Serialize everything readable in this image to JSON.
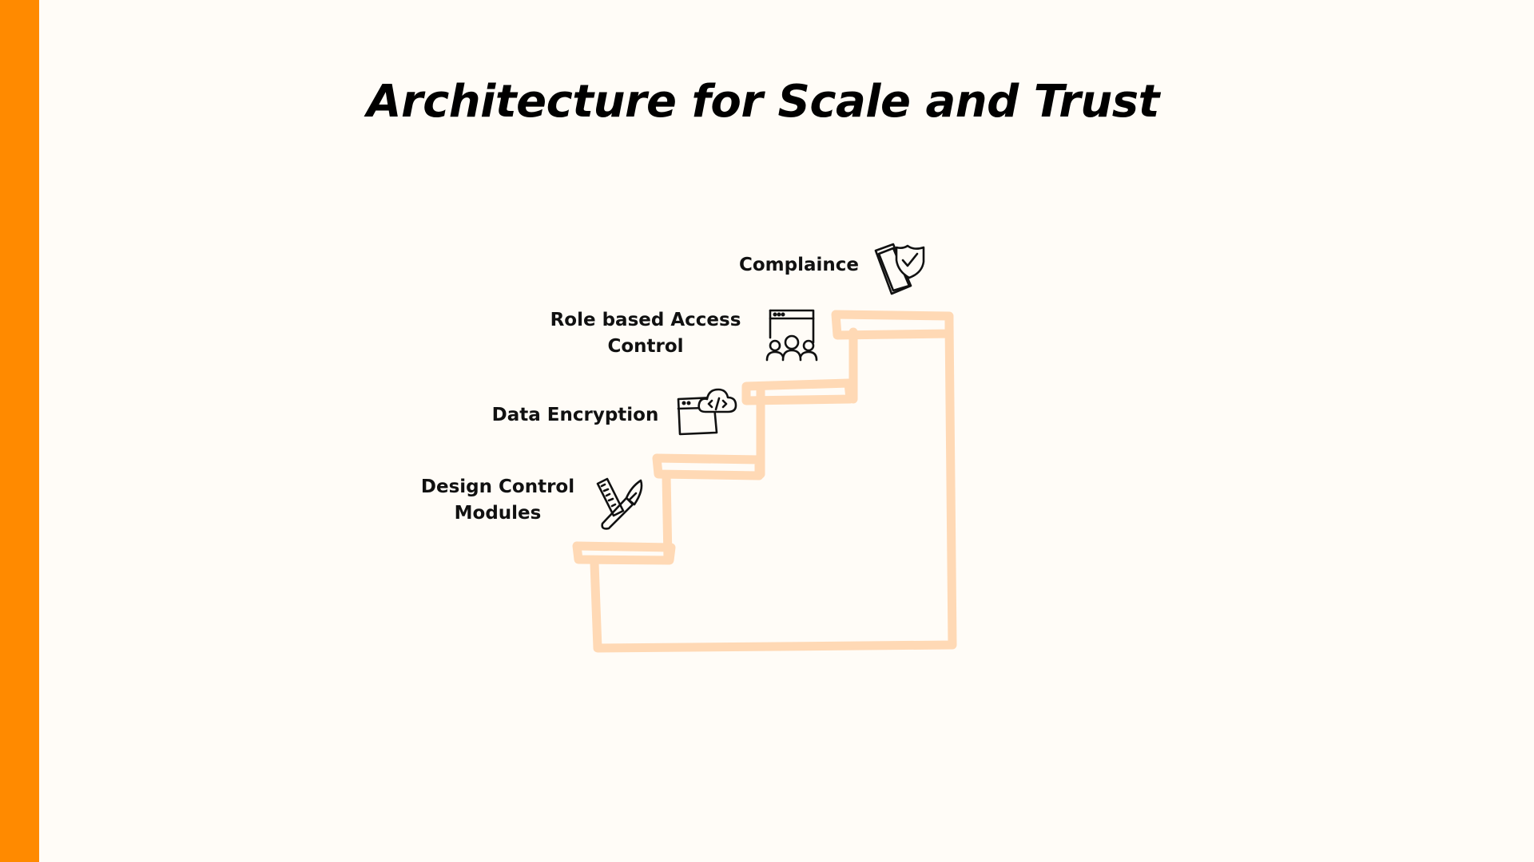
{
  "slide": {
    "title": "Architecture for Scale and Trust",
    "accent_color": "#FF8A00",
    "background_color": "#FFFCF7",
    "stair_color": "#FFD9B5"
  },
  "steps": [
    {
      "label_line1": "Design Control",
      "label_line2": "Modules",
      "icon": "design-tools-icon"
    },
    {
      "label_line1": "Data Encryption",
      "label_line2": "",
      "icon": "cloud-code-window-icon"
    },
    {
      "label_line1": "Role based Access",
      "label_line2": "Control",
      "icon": "team-window-icon"
    },
    {
      "label_line1": "Complaince",
      "label_line2": "",
      "icon": "shield-check-phone-icon"
    }
  ]
}
